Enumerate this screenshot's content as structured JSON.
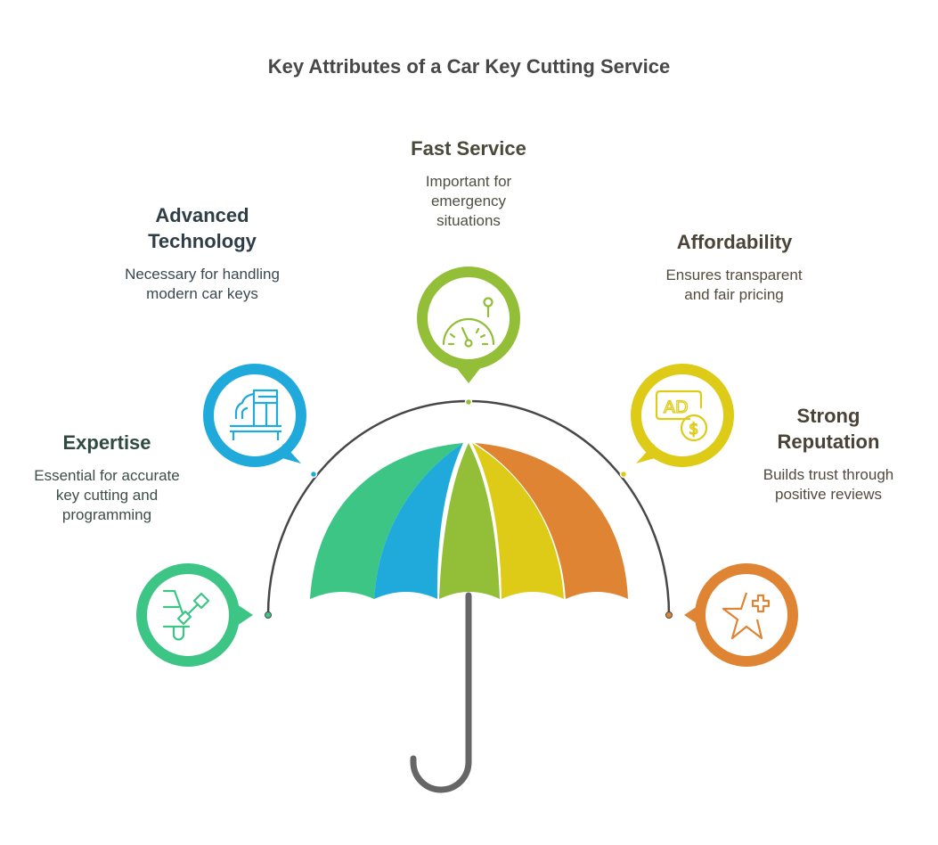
{
  "title": "Key Attributes of a Car Key Cutting Service",
  "attributes": [
    {
      "heading": "Expertise",
      "description": "Essential for accurate key cutting and programming",
      "color": "#3CC585",
      "text_color": "#2F4A3E",
      "icon": "key-programming-icon"
    },
    {
      "heading": "Advanced Technology",
      "description": "Necessary for handling modern car keys",
      "color": "#20AADB",
      "text_color": "#2F3E46",
      "icon": "machinery-icon"
    },
    {
      "heading": "Fast Service",
      "description": "Important for emergency situations",
      "color": "#93BE38",
      "text_color": "#4A4A3A",
      "icon": "speedometer-icon"
    },
    {
      "heading": "Affordability",
      "description": "Ensures transparent and fair pricing",
      "color": "#DECB17",
      "text_color": "#4A4536",
      "icon": "ad-dollar-icon"
    },
    {
      "heading": "Strong Reputation",
      "description": "Builds trust through positive reviews",
      "color": "#DE8432",
      "text_color": "#4A4236",
      "icon": "star-plus-icon"
    }
  ],
  "colors": {
    "arc": "#474747",
    "handle": "#666666",
    "title": "#474747"
  }
}
